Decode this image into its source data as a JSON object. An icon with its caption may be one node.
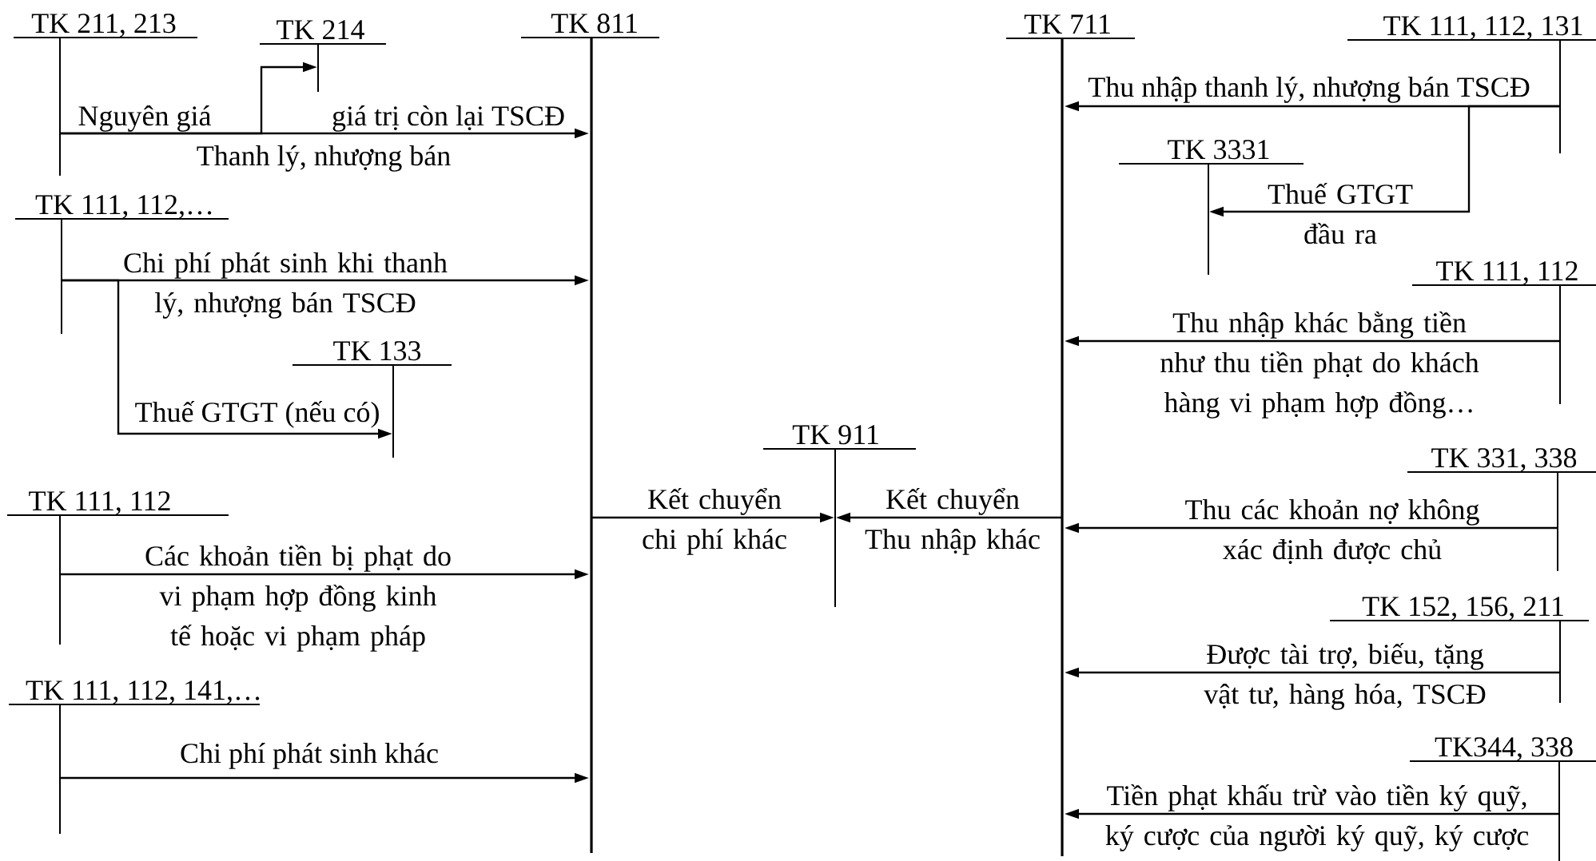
{
  "diagram": {
    "nodes": [
      {
        "text": [
          "TK 211, 213"
        ]
      },
      {
        "text": [
          "TK 214"
        ]
      },
      {
        "text": [
          "TK 811"
        ]
      },
      {
        "text": [
          "TK 111, 112,…"
        ]
      },
      {
        "text": [
          "TK 133"
        ]
      },
      {
        "text": [
          "TK 111, 112"
        ]
      },
      {
        "text": [
          "TK 111, 112, 141,…"
        ]
      },
      {
        "text": [
          "TK 711"
        ]
      },
      {
        "text": [
          "TK 111, 112, 131"
        ]
      },
      {
        "text": [
          "TK 3331"
        ]
      },
      {
        "text": [
          "TK 111, 112"
        ]
      },
      {
        "text": [
          "TK 331, 338"
        ]
      },
      {
        "text": [
          "TK 152, 156, 211"
        ]
      },
      {
        "text": [
          "TK344, 338"
        ]
      },
      {
        "text": [
          "TK 911"
        ]
      }
    ],
    "edges": [
      {
        "from": 0,
        "to": 2,
        "arrow": "to",
        "label": "Thanh lý, nhượng bán"
      },
      {
        "from": 0,
        "to": 1,
        "arrow": "to"
      },
      {
        "from": 3,
        "to": 2,
        "arrow": "to",
        "label": "Chi phí phát sinh khi thanh lý, nhượng bán TSCĐ"
      },
      {
        "from": 3,
        "to": 4,
        "arrow": "to",
        "label": "Thuế GTGT (nếu có)"
      },
      {
        "from": 5,
        "to": 2,
        "arrow": "to",
        "label": "Các khoản tiền bị phạt do vi phạm hợp đồng kinh tế hoặc vi phạm pháp"
      },
      {
        "from": 6,
        "to": 2,
        "arrow": "to",
        "label": "Chi phí phát sinh khác"
      },
      {
        "from": 8,
        "to": 7,
        "arrow": "to",
        "label": "Thu nhập thanh lý, nhượng bán TSCĐ"
      },
      {
        "from": 8,
        "to": 9,
        "arrow": "to",
        "label": "Thuế GTGT đầu ra"
      },
      {
        "from": 10,
        "to": 7,
        "arrow": "to",
        "label": "Thu nhập khác bằng tiền như thu tiền phạt do khách hàng vi phạm hợp đồng…"
      },
      {
        "from": 11,
        "to": 7,
        "arrow": "to",
        "label": "Thu các khoản nợ không xác định được chủ"
      },
      {
        "from": 12,
        "to": 7,
        "arrow": "to",
        "label": "Được tài trợ, biếu, tặng vật tư, hàng hóa, TSCĐ"
      },
      {
        "from": 13,
        "to": 7,
        "arrow": "to",
        "label": "Tiền phạt khấu trừ vào tiền ký quỹ, ký cược của người ký quỹ, ký cược"
      },
      {
        "from": 2,
        "to": 14,
        "arrow": "to",
        "label": "Kết chuyển chi phí khác"
      },
      {
        "from": 7,
        "to": 14,
        "arrow": "to",
        "label": "Kết chuyển Thu nhập khác"
      }
    ],
    "labels": [
      "Nguyên giá",
      "giá trị còn lại TSCĐ"
    ]
  }
}
